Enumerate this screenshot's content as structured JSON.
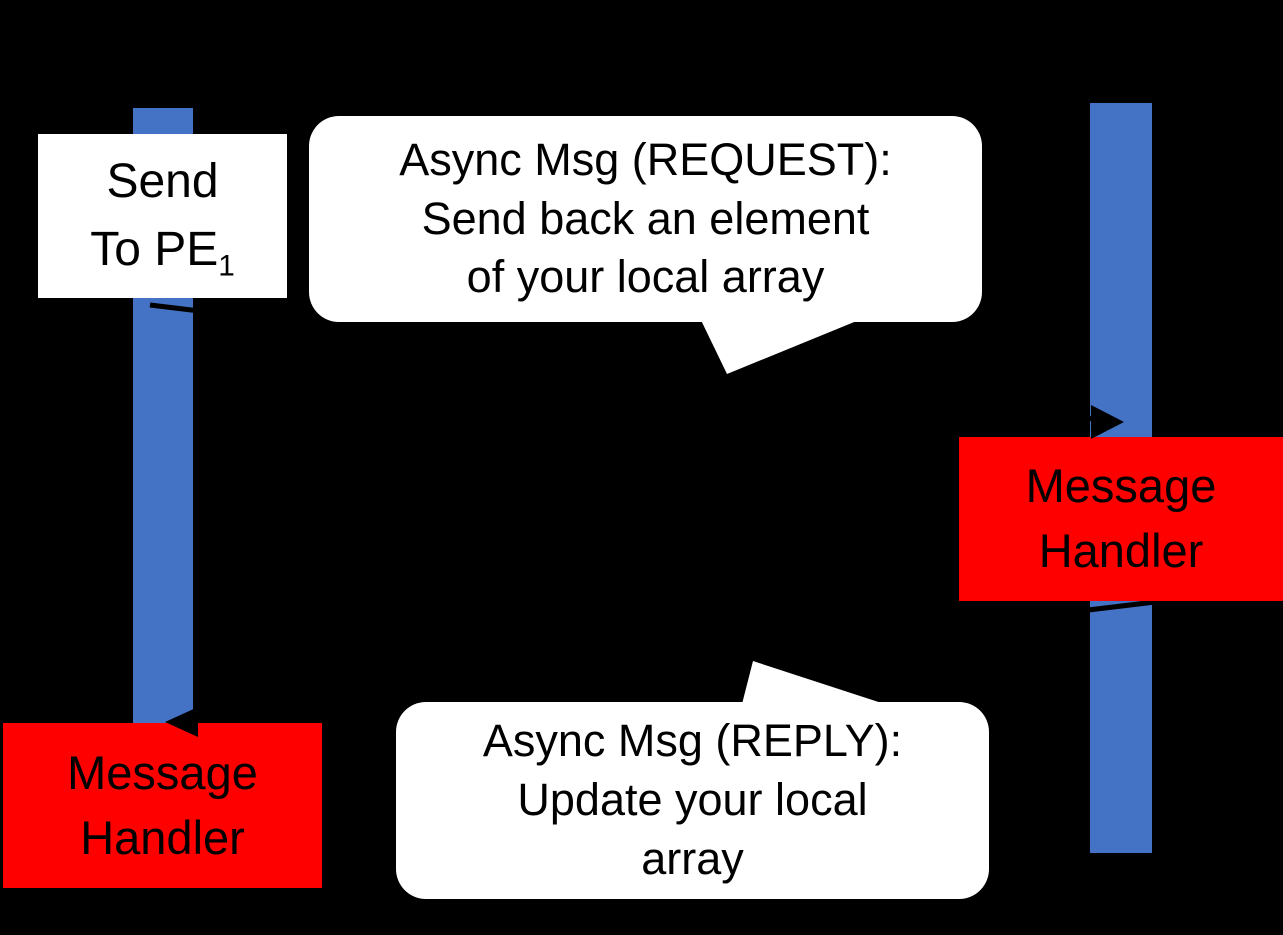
{
  "diagram": {
    "background": "#000000",
    "colors": {
      "timeline": "#4472C4",
      "handler": "#FF0000",
      "callout": "#FFFFFF",
      "text": "#000000",
      "arrow": "#000000"
    },
    "send_box": {
      "line1": "Send",
      "line2_text": "To PE",
      "line2_subscript": "1"
    },
    "right_handler": {
      "line1": "Message",
      "line2": "Handler"
    },
    "left_handler": {
      "line1": "Message",
      "line2": "Handler"
    },
    "request_callout": {
      "line1": "Async Msg (REQUEST):",
      "line2": "Send back an element",
      "line3": "of your local array"
    },
    "reply_callout": {
      "line1": "Async Msg (REPLY):",
      "line2": "Update your local",
      "line3": "array"
    }
  }
}
